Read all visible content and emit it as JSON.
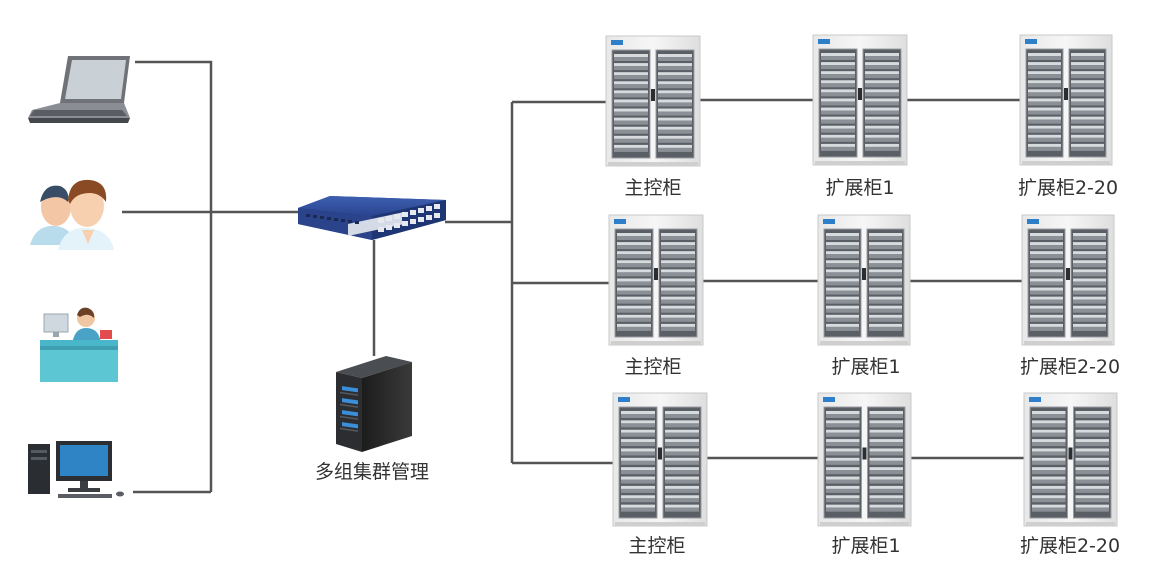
{
  "diagram": {
    "server_label": "多组集群管理",
    "rows": [
      {
        "cabinets": [
          {
            "label": "主控柜"
          },
          {
            "label": "扩展柜1"
          },
          {
            "label": "扩展柜2-20"
          }
        ]
      },
      {
        "cabinets": [
          {
            "label": "主控柜"
          },
          {
            "label": "扩展柜1"
          },
          {
            "label": "扩展柜2-20"
          }
        ]
      },
      {
        "cabinets": [
          {
            "label": "主控柜"
          },
          {
            "label": "扩展柜1"
          },
          {
            "label": "扩展柜2-20"
          }
        ]
      }
    ],
    "clients": [
      {
        "icon": "laptop-icon"
      },
      {
        "icon": "users-icon"
      },
      {
        "icon": "front-desk-icon"
      },
      {
        "icon": "desktop-computer-icon"
      }
    ]
  }
}
